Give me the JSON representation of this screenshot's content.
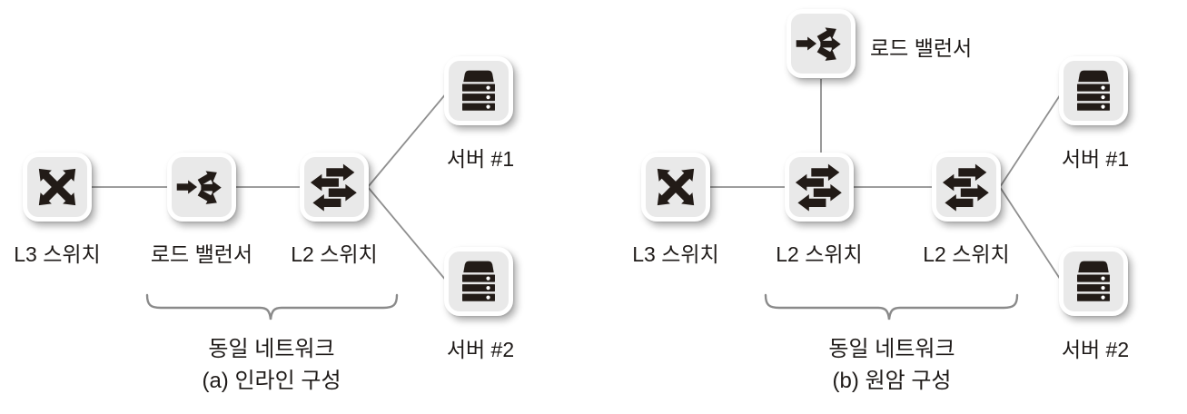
{
  "figure": {
    "type": "network-topology-diagram",
    "language": "ko"
  },
  "colors": {
    "background": "#ffffff",
    "icon_frame": "#ffffff",
    "icon_panel": "#e9e9e9",
    "glyph": "#221b17",
    "connector_line": "#8f8f8f",
    "brace": "#8a8a8a",
    "text": "#1e1a18"
  },
  "diagram_a": {
    "nodes": {
      "l3_switch": {
        "label": "L3 스위치",
        "icon": "l3-switch-icon"
      },
      "load_balancer": {
        "label": "로드 밸런서",
        "icon": "load-balancer-icon"
      },
      "l2_switch": {
        "label": "L2 스위치",
        "icon": "l2-switch-icon"
      },
      "server1": {
        "label": "서버 #1",
        "icon": "server-icon"
      },
      "server2": {
        "label": "서버 #2",
        "icon": "server-icon"
      }
    },
    "connections": [
      "l3_switch - load_balancer",
      "load_balancer - l2_switch",
      "l2_switch - server1",
      "l2_switch - server2"
    ],
    "caption": {
      "line1": "동일 네트워크",
      "line2": "(a) 인라인 구성"
    }
  },
  "diagram_b": {
    "nodes": {
      "load_balancer": {
        "label": "로드 밸런서",
        "icon": "load-balancer-icon"
      },
      "l3_switch": {
        "label": "L3 스위치",
        "icon": "l3-switch-icon"
      },
      "l2_switch_1": {
        "label": "L2 스위치",
        "icon": "l2-switch-icon"
      },
      "l2_switch_2": {
        "label": "L2 스위치",
        "icon": "l2-switch-icon"
      },
      "server1": {
        "label": "서버 #1",
        "icon": "server-icon"
      },
      "server2": {
        "label": "서버 #2",
        "icon": "server-icon"
      }
    },
    "connections": [
      "load_balancer - l2_switch_1",
      "l3_switch - l2_switch_1",
      "l2_switch_1 - l2_switch_2",
      "l2_switch_2 - server1",
      "l2_switch_2 - server2"
    ],
    "caption": {
      "line1": "동일 네트워크",
      "line2": "(b) 원암 구성"
    }
  }
}
